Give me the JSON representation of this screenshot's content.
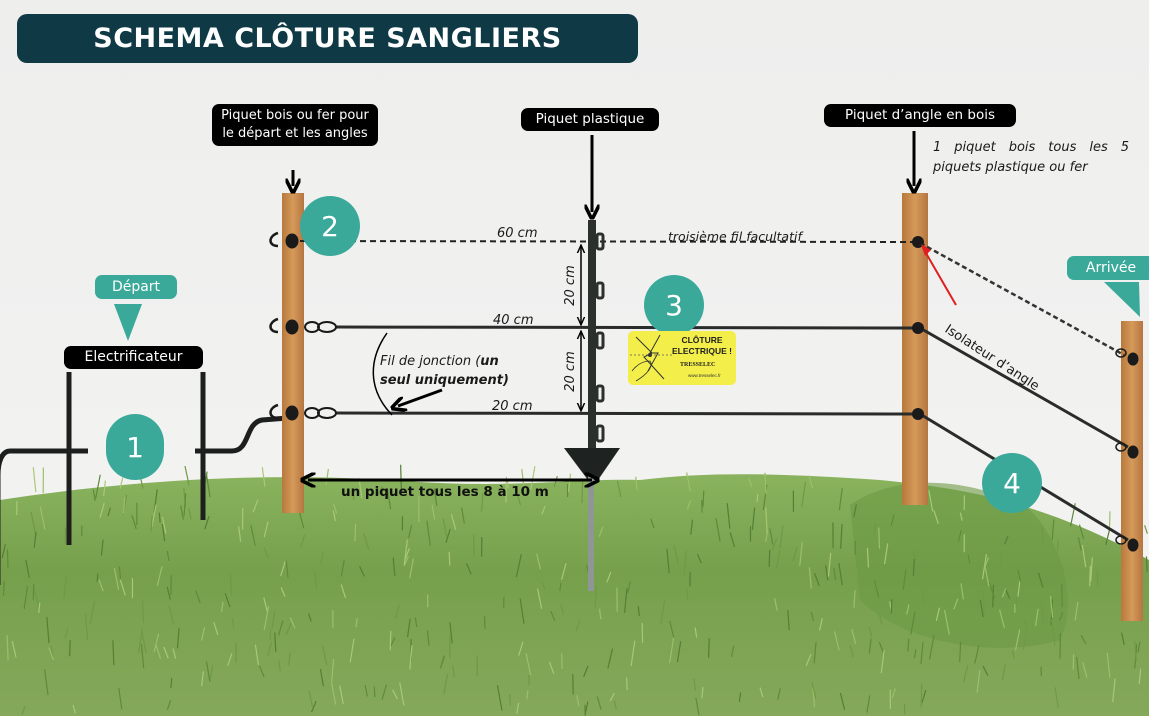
{
  "title": "SCHEMA CLÔTURE SANGLIERS",
  "colors": {
    "title_bg": "#0f3a45",
    "teal": "#3aa99a",
    "label_bg": "#000000",
    "wood": "#c88a4a",
    "grass": "#7aa350",
    "sign": "#f3ee4a",
    "isolator_pointer": "#e02020"
  },
  "labels": {
    "piquet_bois": "Piquet bois ou fer pour le départ et les angles",
    "piquet_plastique": "Piquet plastique",
    "piquet_angle": "Piquet d’angle en  bois",
    "electrificateur": "Electrificateur",
    "note_5_piquets": "1 piquet bois tous les 5 piquets plastique ou fer"
  },
  "tags": {
    "depart": "Départ",
    "arrivee": "Arrivée"
  },
  "numbers": [
    "1",
    "2",
    "3",
    "4"
  ],
  "wires": {
    "top": "60 cm",
    "middle": "40 cm",
    "bottom": "20 cm",
    "optional_note": "troisième fil facultatif"
  },
  "spacing": {
    "vertical_gap_1": "20 cm",
    "vertical_gap_2": "20 cm",
    "post_interval": "un piquet tous les 8 à 10 m"
  },
  "junction": {
    "text_plain": "Fil de jonction (",
    "text_bold_1": "un",
    "text_bold_2": "seul uniquement)"
  },
  "isolator": "Isolateur d’angle",
  "sign": {
    "line1": "CLÔTURE",
    "line2": "ELECTRIQUE !",
    "brand": "TRESSELEC",
    "url": "www.tresselec.fr"
  }
}
